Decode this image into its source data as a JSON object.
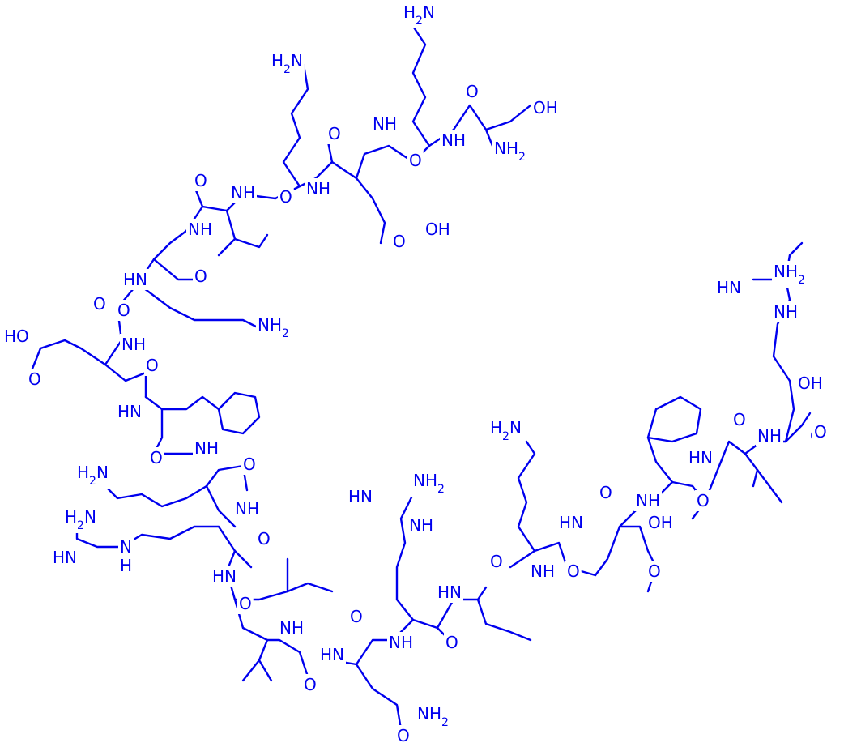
{
  "diagram": {
    "ink_color": "#0000ee",
    "background": "#ffffff",
    "labels": [
      {
        "id": "nh2-lys-top",
        "text": "H2N"
      },
      {
        "id": "oh-ser",
        "text": "OH"
      },
      {
        "id": "nh2-ser",
        "text": "NH2"
      },
      {
        "id": "nh-1",
        "text": "NH"
      },
      {
        "id": "nh-2",
        "text": "NH"
      },
      {
        "id": "o-1",
        "text": "O"
      },
      {
        "id": "o-2",
        "text": "O"
      },
      {
        "id": "nh2-lys-2",
        "text": "H2N"
      },
      {
        "id": "o-3",
        "text": "O"
      },
      {
        "id": "nh-3",
        "text": "NH"
      },
      {
        "id": "o-4",
        "text": "O"
      },
      {
        "id": "nh-4",
        "text": "NH"
      },
      {
        "id": "o-5",
        "text": "O"
      },
      {
        "id": "oh-glu-1",
        "text": "OH"
      },
      {
        "id": "o-6",
        "text": "O"
      },
      {
        "id": "nh-5",
        "text": "NH"
      },
      {
        "id": "o-7",
        "text": "O"
      },
      {
        "id": "nh-6",
        "text": "HN"
      },
      {
        "id": "o-8",
        "text": "O"
      },
      {
        "id": "nh2-lys-3",
        "text": "NH2"
      },
      {
        "id": "o-9",
        "text": "O"
      },
      {
        "id": "nh-7",
        "text": "NH"
      },
      {
        "id": "oh-glu-2",
        "text": "HO"
      },
      {
        "id": "o-10",
        "text": "O"
      },
      {
        "id": "o-11",
        "text": "O"
      },
      {
        "id": "nh-8",
        "text": "HN"
      },
      {
        "id": "o-12",
        "text": "O"
      },
      {
        "id": "nh-9",
        "text": "NH"
      },
      {
        "id": "nh2-lys-4",
        "text": "H2N"
      },
      {
        "id": "o-13",
        "text": "O"
      },
      {
        "id": "nh-10",
        "text": "NH"
      },
      {
        "id": "nh2-arg-1",
        "text": "H2N"
      },
      {
        "id": "hn-arg-1",
        "text": "HN"
      },
      {
        "id": "nh-arg-1",
        "text": "N"
      },
      {
        "id": "h-arg-1",
        "text": "H"
      },
      {
        "id": "o-14",
        "text": "O"
      },
      {
        "id": "nh-11",
        "text": "HN"
      },
      {
        "id": "o-15",
        "text": "O"
      },
      {
        "id": "nh-12",
        "text": "NH"
      },
      {
        "id": "nh-13",
        "text": "HN"
      },
      {
        "id": "o-16",
        "text": "O"
      },
      {
        "id": "o-17",
        "text": "O"
      },
      {
        "id": "nh-14",
        "text": "NH"
      },
      {
        "id": "o-18",
        "text": "O"
      },
      {
        "id": "nh2-gln",
        "text": "NH2"
      },
      {
        "id": "o-19",
        "text": "O"
      },
      {
        "id": "nh2-arg-2",
        "text": "NH2"
      },
      {
        "id": "hn-arg-2",
        "text": "HN"
      },
      {
        "id": "nh-arg-2",
        "text": "NH"
      },
      {
        "id": "o-20",
        "text": "O"
      },
      {
        "id": "nh-15",
        "text": "HN"
      },
      {
        "id": "nh2-lys-5",
        "text": "H2N"
      },
      {
        "id": "o-21",
        "text": "O"
      },
      {
        "id": "nh-16",
        "text": "NH"
      },
      {
        "id": "o-22",
        "text": "O"
      },
      {
        "id": "nh-17",
        "text": "HN"
      },
      {
        "id": "oh-asp",
        "text": "OH"
      },
      {
        "id": "o-23",
        "text": "O"
      },
      {
        "id": "o-24",
        "text": "O"
      },
      {
        "id": "nh-18",
        "text": "NH"
      },
      {
        "id": "o-25",
        "text": "O"
      },
      {
        "id": "nh-19",
        "text": "HN"
      },
      {
        "id": "o-26",
        "text": "O"
      },
      {
        "id": "nh-20",
        "text": "NH"
      },
      {
        "id": "oh-arg",
        "text": "OH"
      },
      {
        "id": "o-27",
        "text": "O"
      },
      {
        "id": "nh2-arg-3",
        "text": "NH2"
      },
      {
        "id": "hn-arg-3",
        "text": "HN"
      },
      {
        "id": "nh-arg-3",
        "text": "NH"
      }
    ]
  }
}
